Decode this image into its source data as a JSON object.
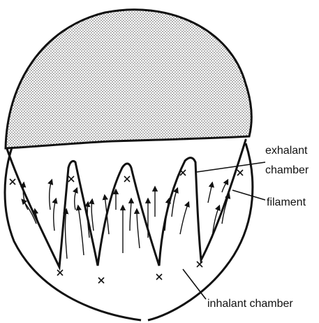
{
  "labels": {
    "exhalant_line1": "exhalant",
    "exhalant_line2": "chamber",
    "filament": "filament",
    "inhalant": "inhalant chamber"
  },
  "colors": {
    "ink": "#111111",
    "stipple_dot": "#5a5a5a",
    "background": "#ffffff"
  },
  "icons": {
    "water_flow_arrow": "arrow-up",
    "inflow_point_marker": "cross-mark"
  }
}
